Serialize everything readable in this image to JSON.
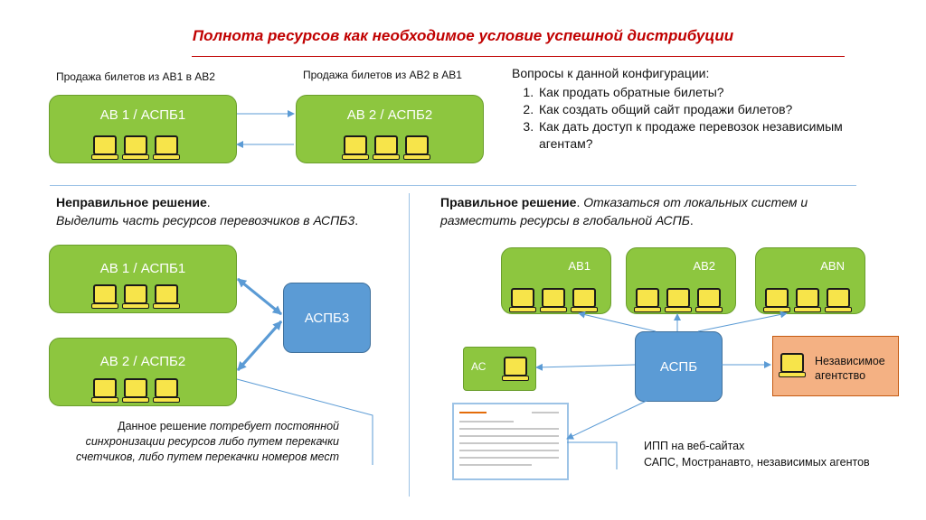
{
  "title": "Полнота ресурсов как необходимое условие успешной дистрибуции",
  "top": {
    "left_label": "Продажа билетов из АВ1 в АВ2",
    "right_label": "Продажа билетов из АВ2 в АВ1",
    "box1": "АВ 1 / АСПБ1",
    "box2": "АВ 2 / АСПБ2"
  },
  "questions": {
    "heading": "Вопросы к данной конфигурации:",
    "items": [
      "Как продать обратные билеты?",
      "Как создать общий сайт продажи билетов?",
      "Как дать доступ к продаже перевозок независимым агентам?"
    ]
  },
  "wrong": {
    "heading": "Неправильное решение",
    "heading_dot": ".",
    "text": "Выделить часть ресурсов перевозчиков в АСПБ3",
    "text_dot": ".",
    "box1": "АВ 1 / АСПБ1",
    "box2": "АВ 2 / АСПБ2",
    "hub": "АСПБ3",
    "note_line1_a": "Данное решение ",
    "note_line1_b": "потребует постоянной",
    "note_line2": "синхронизации ресурсов либо путем перекачки",
    "note_line3": "счетчиков, либо путем перекачки номеров мест"
  },
  "right": {
    "heading": "Правильное решение",
    "heading_dot": ". ",
    "text1": "Отказаться от локальных систем и",
    "text2": "разместить ресурсы в глобальной АСПБ",
    "text_dot": ".",
    "av1": "АВ1",
    "av2": "АВ2",
    "avn": "ABN",
    "ac": "АС",
    "hub": "АСПБ",
    "agency": "Независимое агентство",
    "ipp_line1": "ИПП на веб-сайтах",
    "ipp_line2": "САПС, Мостранавто, независимых агентов"
  },
  "colors": {
    "title": "#c00000",
    "green": "#8dc63f",
    "blue": "#5b9bd5",
    "peach": "#f4b183",
    "monitor": "#f7e44a",
    "arrow": "#5b9bd5"
  },
  "icons": [
    "monitor-icon",
    "web-page-thumbnail"
  ]
}
